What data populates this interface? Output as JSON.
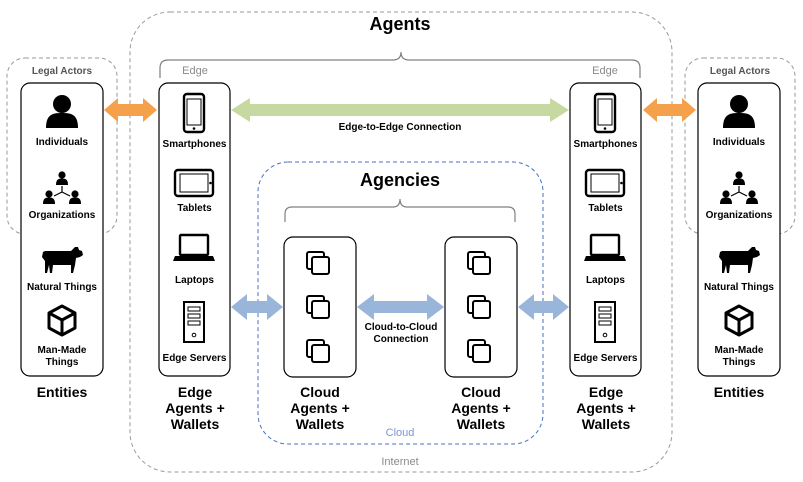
{
  "agents_title": "Agents",
  "agencies_title": "Agencies",
  "edge_label": "Edge",
  "internet_label": "Internet",
  "cloud_label": "Cloud",
  "legal_actors": "Legal Actors",
  "individuals": "Individuals",
  "organizations": "Organizations",
  "natural_things": "Natural Things",
  "man_made_things": "Man-Made Things",
  "entities": "Entities",
  "smartphones": "Smartphones",
  "tablets": "Tablets",
  "laptops": "Laptops",
  "edge_servers": "Edge Servers",
  "edge_agents": "Edge Agents + Wallets",
  "cloud_agents": "Cloud Agents + Wallets",
  "edge_to_edge": "Edge-to-Edge Connection",
  "cloud_to_cloud": "Cloud-to-Cloud Connection",
  "colors": {
    "orange": "#f5a04a",
    "green": "#c5d9a0",
    "blue": "#9ab5da",
    "dashed_blue": "#4472c4",
    "dashed_gray": "#9a9a9a"
  },
  "icons": [
    "person-icon",
    "organization-icon",
    "cow-icon",
    "cube-icon",
    "smartphone-icon",
    "tablet-icon",
    "laptop-icon",
    "server-icon",
    "cloud-window-icon"
  ]
}
